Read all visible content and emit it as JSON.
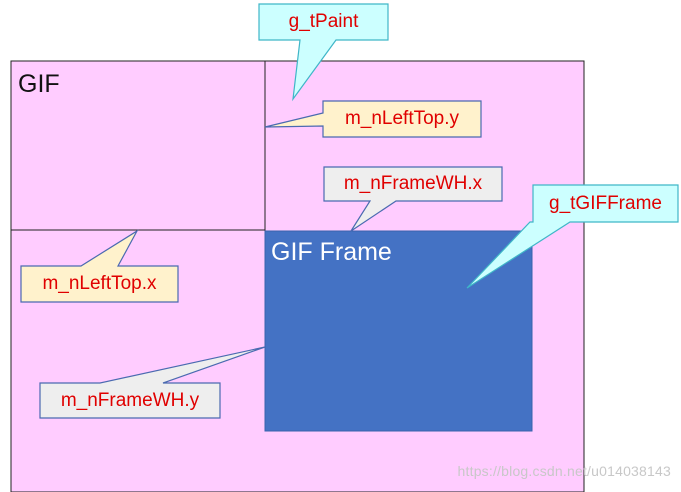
{
  "diagram": {
    "canvas_label": "GIF",
    "frame_label": "GIF Frame",
    "colors": {
      "canvas_fill": "#ffccff",
      "canvas_border": "#222222",
      "frame_fill": "#4472c4",
      "frame_border": "#3a63ad",
      "callout_text": "#e00000",
      "callout_cyan": "#ccffff",
      "callout_cyan_border": "#3fb6c8",
      "callout_yellow": "#fff2cc",
      "callout_yellow_border": "#4a6ab0",
      "callout_gray": "#eeeeee",
      "callout_gray_border": "#4a6ab0"
    },
    "callouts": {
      "paint": "g_tPaint",
      "left_top_y": "m_nLeftTop.y",
      "frame_wh_x": "m_nFrameWH.x",
      "gif_frame": "g_tGIFFrame",
      "left_top_x": "m_nLeftTop.x",
      "frame_wh_y": "m_nFrameWH.y"
    }
  },
  "watermark": "https://blog.csdn.net/u014038143"
}
